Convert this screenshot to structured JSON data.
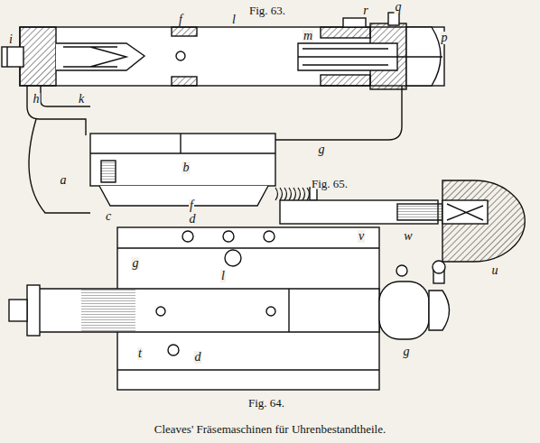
{
  "diagram": {
    "caption": "Cleaves' Fräsemaschinen für Uhrenbestandtheile.",
    "labels": [
      "Fig. 63.",
      "i",
      "f",
      "l",
      "m",
      "r",
      "q",
      "p",
      "h",
      "k",
      "g",
      "b",
      "a",
      "c",
      "f",
      "Fig. 65.",
      "v",
      "w",
      "u",
      "d",
      "g",
      "l",
      "g",
      "t",
      "d",
      "Fig. 64."
    ]
  }
}
